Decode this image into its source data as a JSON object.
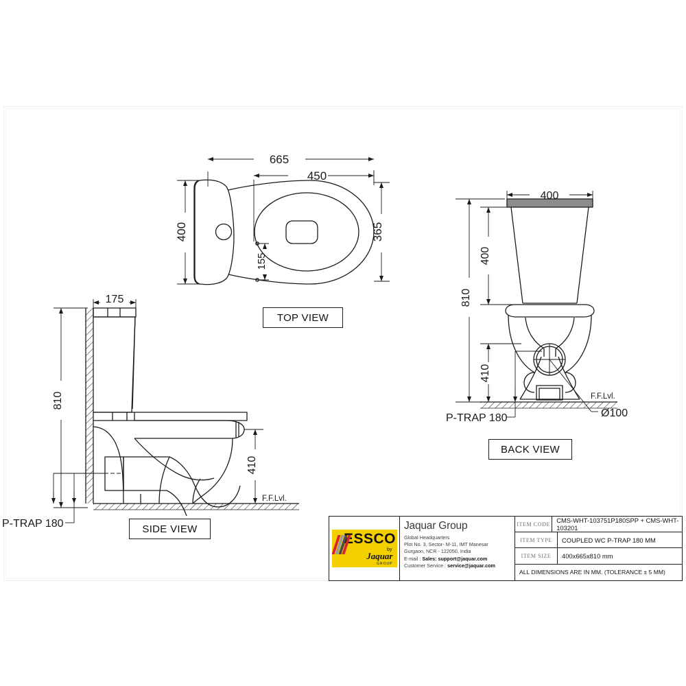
{
  "drawing": {
    "units_note": "ALL DIMENSIONS ARE IN MM. (TOLERANCE ± 5 MM)",
    "line_color": "#1a1a1a",
    "accent_color": "#f5d000"
  },
  "views": {
    "top": {
      "label": "TOP VIEW",
      "dimensions": {
        "overall_length": "665",
        "bowl_length": "450",
        "cistern_width": "400",
        "bowl_width": "365",
        "bolt_spacing": "155"
      }
    },
    "side": {
      "label": "SIDE VIEW",
      "dimensions": {
        "cistern_depth": "175",
        "total_height": "810",
        "seat_height": "410"
      },
      "trap_label": "P-TRAP 180",
      "floor_label": "F.F.Lvl."
    },
    "back": {
      "label": "BACK VIEW",
      "dimensions": {
        "cistern_width": "400",
        "cistern_height": "400",
        "total_height": "810",
        "seat_height": "410"
      },
      "trap_label": "P-TRAP 180",
      "outlet_label": "Ø100",
      "floor_label": "F.F.Lvl."
    }
  },
  "titleblock": {
    "logo": {
      "brand": "ESSCO",
      "by": "by",
      "parent": "Jaquar",
      "group": "GROUP"
    },
    "company": "Jaquar Group",
    "address": [
      "Global Headquarters",
      "Plot No. 3, Sector- M-11, IMT Manesar",
      "Gurgaon, NCR - 122050, India"
    ],
    "email_label": "E-mail : ",
    "email_bold": "Sales: support@jaquar.com",
    "service_label": "Customer Service : ",
    "service_bold": "service@jaquar.com",
    "rows": [
      {
        "key": "ITEM CODE",
        "value": "CMS-WHT-103751P180SPP + CMS-WHT-103201"
      },
      {
        "key": "ITEM TYPE",
        "value": "COUPLED WC P-TRAP 180 MM"
      },
      {
        "key": "ITEM SIZE",
        "value": "400x665x810 mm"
      }
    ],
    "note": "ALL DIMENSIONS ARE IN MM. (TOLERANCE ± 5 MM)"
  }
}
